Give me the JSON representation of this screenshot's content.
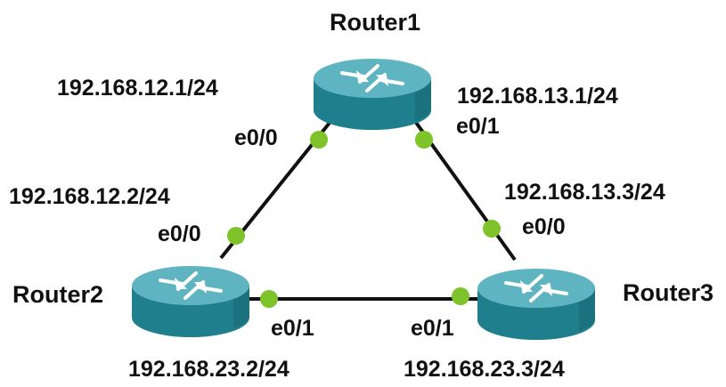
{
  "colors": {
    "router_body": "#1f7f8d",
    "router_top": "#5fb4c1",
    "router_side_dark": "#176673",
    "link": "#111111",
    "port_dot": "#7ec32a",
    "text": "#111111"
  },
  "routers": {
    "router1": {
      "name": "Router1",
      "icon": "router-icon"
    },
    "router2": {
      "name": "Router2",
      "icon": "router-icon"
    },
    "router3": {
      "name": "Router3",
      "icon": "router-icon"
    }
  },
  "links": {
    "r1_r2": {
      "r1_ip": "192.168.12.1/24",
      "r1_if": "e0/0",
      "r2_ip": "192.168.12.2/24",
      "r2_if": "e0/0"
    },
    "r1_r3": {
      "r1_ip": "192.168.13.1/24",
      "r1_if": "e0/1",
      "r3_ip": "192.168.13.3/24",
      "r3_if": "e0/0"
    },
    "r2_r3": {
      "r2_ip": "192.168.23.2/24",
      "r2_if": "e0/1",
      "r3_ip": "192.168.23.3/24",
      "r3_if": "e0/1"
    }
  }
}
